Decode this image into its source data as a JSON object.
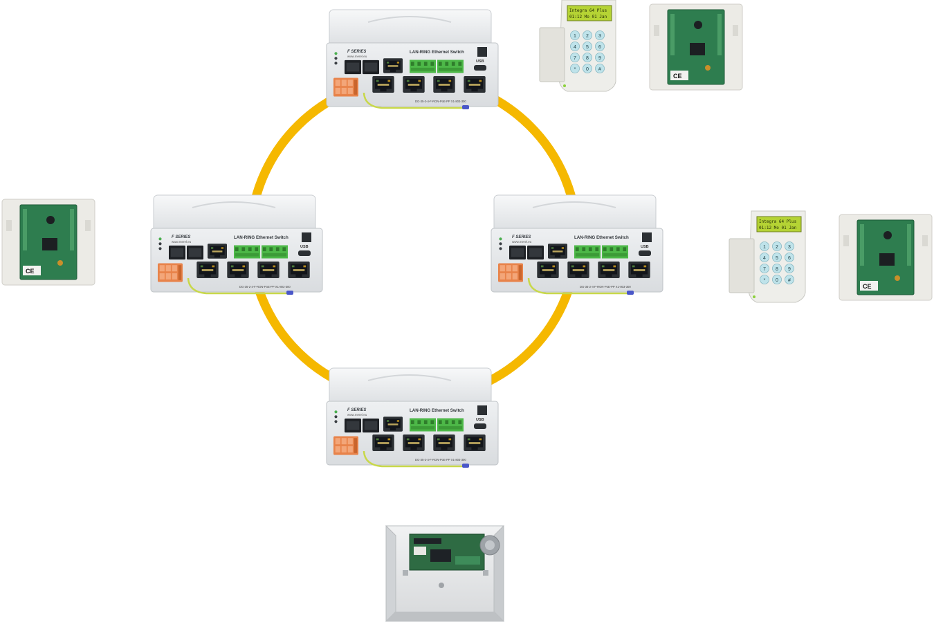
{
  "colors": {
    "ring": "#F5B800",
    "switch_body": "#E4E6E8",
    "switch_top": "#F3F4F5",
    "terminal_green": "#4DB848",
    "power_orange": "#E8834A",
    "ground_wire": "#C8D84A",
    "pcb_green": "#2E7D4F",
    "lcd_green": "#B5D334",
    "key_blue": "#BFE3EA"
  },
  "switch": {
    "series_mark": "F SERIES",
    "brand_url": "www.merel.eu",
    "product_name": "LAN-RING Ethernet Switch",
    "usb_label": "USB",
    "model_code": "DG-35-2-4-F-RON-PoE-PP  X1-803-300"
  },
  "keypad": {
    "lcd_line1": "Integra 64 Plus",
    "lcd_line2": "01:12 Mo 01 Jan",
    "keys": [
      "1",
      "2",
      "3",
      "4",
      "5",
      "6",
      "7",
      "8",
      "9",
      "*",
      "0",
      "#"
    ]
  },
  "module": {
    "ce_mark": "CE"
  }
}
